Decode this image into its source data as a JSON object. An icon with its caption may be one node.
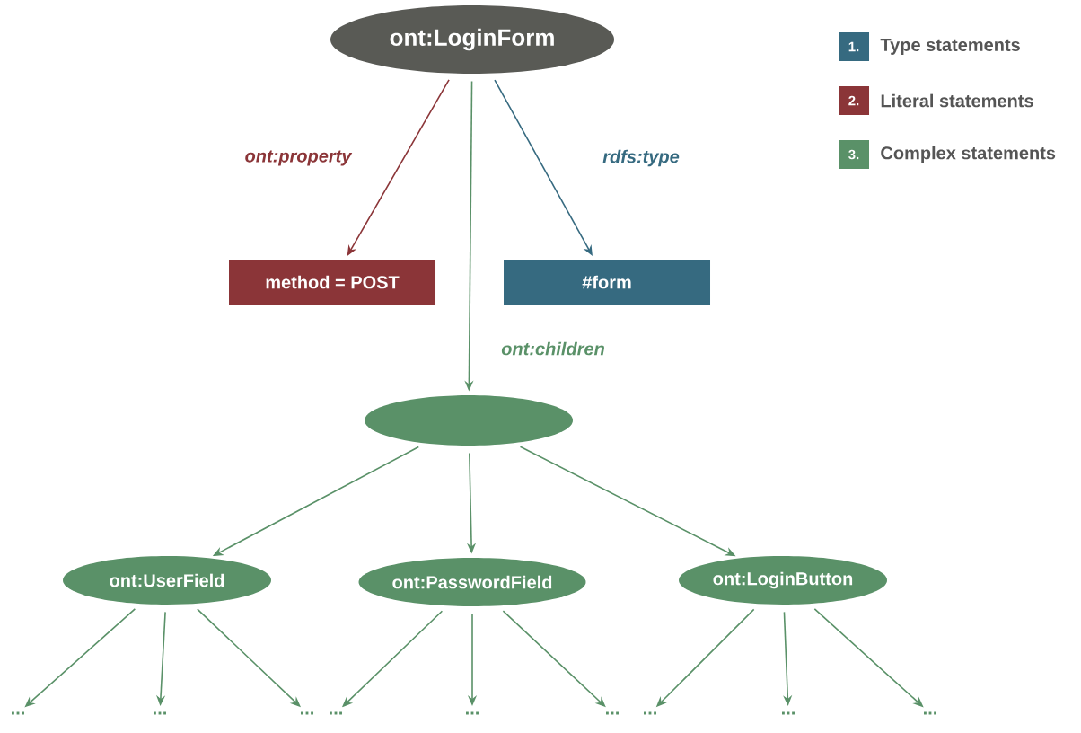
{
  "diagram": {
    "nodes": [
      {
        "text": [
          "ont:LoginForm"
        ]
      },
      {
        "text": [
          "method = POST"
        ]
      },
      {
        "text": [
          "#form"
        ]
      },
      {
        "text": [],
        "shape": "ellipse"
      },
      {
        "text": [
          "ont:UserField"
        ]
      },
      {
        "text": [
          "ont:PasswordField"
        ]
      },
      {
        "text": [
          "ont:LoginButton"
        ]
      },
      {
        "text": [
          "..."
        ]
      },
      {
        "text": [
          "..."
        ]
      },
      {
        "text": [
          "..."
        ]
      },
      {
        "text": [
          "..."
        ]
      },
      {
        "text": [
          "..."
        ]
      },
      {
        "text": [
          "..."
        ]
      },
      {
        "text": [
          "..."
        ]
      },
      {
        "text": [
          "..."
        ]
      },
      {
        "text": [
          "..."
        ]
      }
    ],
    "edges": [
      {
        "from": 0,
        "to": 1,
        "arrow": "to",
        "label": "ont:property",
        "color": "#8b3538"
      },
      {
        "from": 0,
        "to": 2,
        "arrow": "to",
        "label": "rdfs:type",
        "color": "#366a80"
      },
      {
        "from": 0,
        "to": 3,
        "arrow": "to",
        "label": "ont:children"
      },
      {
        "from": 3,
        "to": 4,
        "arrow": "to"
      },
      {
        "from": 3,
        "to": 5,
        "arrow": "to"
      },
      {
        "from": 3,
        "to": 6,
        "arrow": "to"
      },
      {
        "from": 4,
        "to": 7,
        "arrow": "to"
      },
      {
        "from": 4,
        "to": 8,
        "arrow": "to"
      },
      {
        "from": 4,
        "to": 9,
        "arrow": "to"
      },
      {
        "from": 5,
        "to": 10,
        "arrow": "to"
      },
      {
        "from": 5,
        "to": 11,
        "arrow": "to"
      },
      {
        "from": 5,
        "to": 12,
        "arrow": "to"
      },
      {
        "from": 6,
        "to": 13,
        "arrow": "to"
      },
      {
        "from": 6,
        "to": 14,
        "arrow": "to"
      },
      {
        "from": 6,
        "to": 15,
        "arrow": "to"
      }
    ],
    "labels": [
      "1.",
      "2.",
      "3."
    ],
    "legend": [
      {
        "text": "Type statements",
        "color": "#366a80"
      },
      {
        "text": "Literal statements",
        "color": "#8b3538"
      },
      {
        "text": "Complex statements",
        "color": "#5a9168"
      }
    ]
  }
}
